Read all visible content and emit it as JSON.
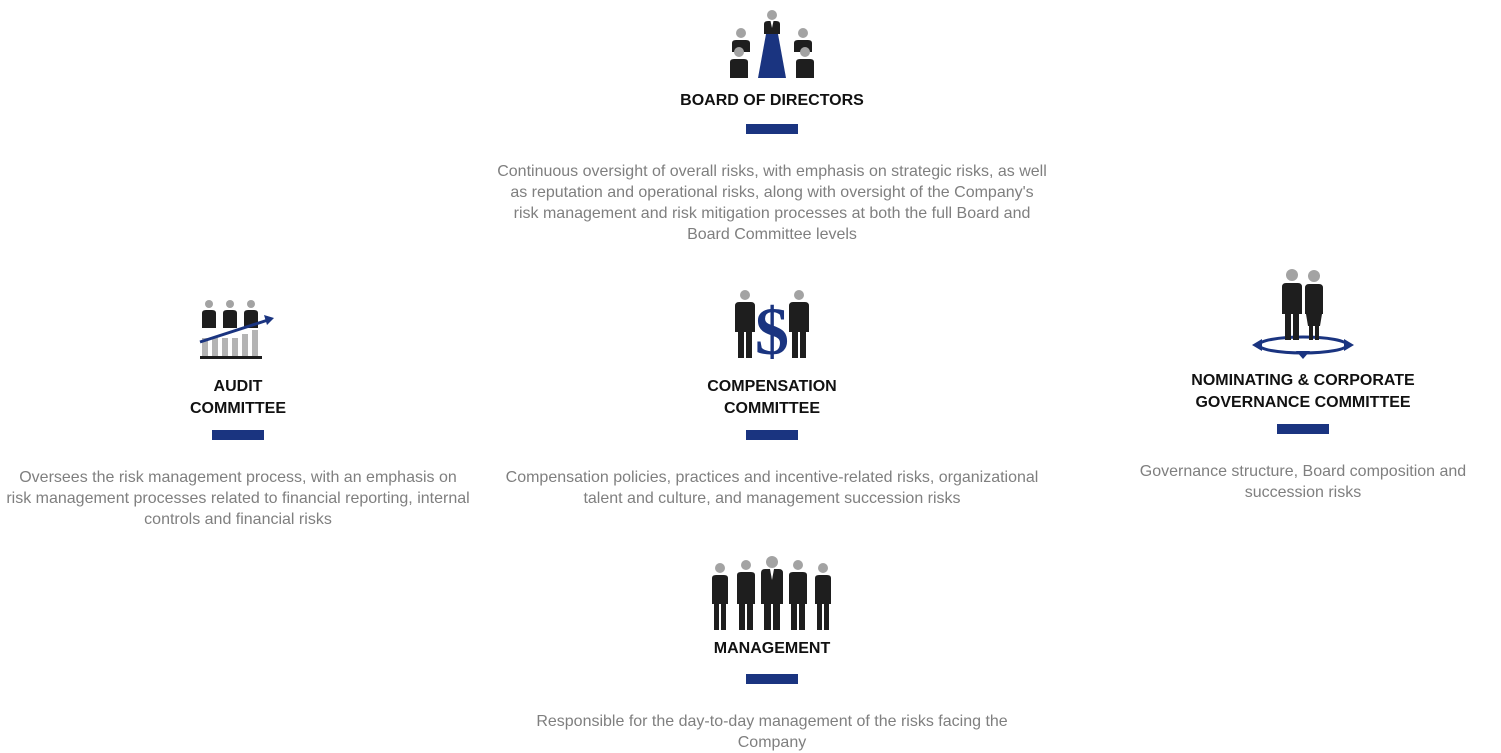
{
  "colors": {
    "accent": "#1a3480",
    "figure": "#1e1e1e",
    "head": "#a3a3a3",
    "description": "#7f7f7f",
    "title": "#111111"
  },
  "board": {
    "icon": "board-meeting-icon",
    "title": "BOARD OF DIRECTORS",
    "description": "Continuous oversight of overall risks, with emphasis on strategic risks, as well as reputation and operational risks, along with oversight of the Company's risk management and risk mitigation processes at both the full Board and Board Committee levels"
  },
  "audit": {
    "icon": "audit-growth-icon",
    "title": "AUDIT\nCOMMITTEE",
    "description": "Oversees the risk management process, with an emphasis on risk management processes related to financial reporting, internal controls and financial risks"
  },
  "compensation": {
    "icon": "dollar-people-icon",
    "title": "COMPENSATION\nCOMMITTEE",
    "description": "Compensation policies, practices and incentive-related risks, organizational talent and culture, and management succession risks"
  },
  "nominating": {
    "icon": "governance-arrows-icon",
    "title": "NOMINATING & CORPORATE\nGOVERNANCE COMMITTEE",
    "description": "Governance structure, Board composition and succession risks"
  },
  "management": {
    "icon": "management-team-icon",
    "title": "MANAGEMENT",
    "description": "Responsible for the day-to-day management of the risks facing the Company"
  }
}
